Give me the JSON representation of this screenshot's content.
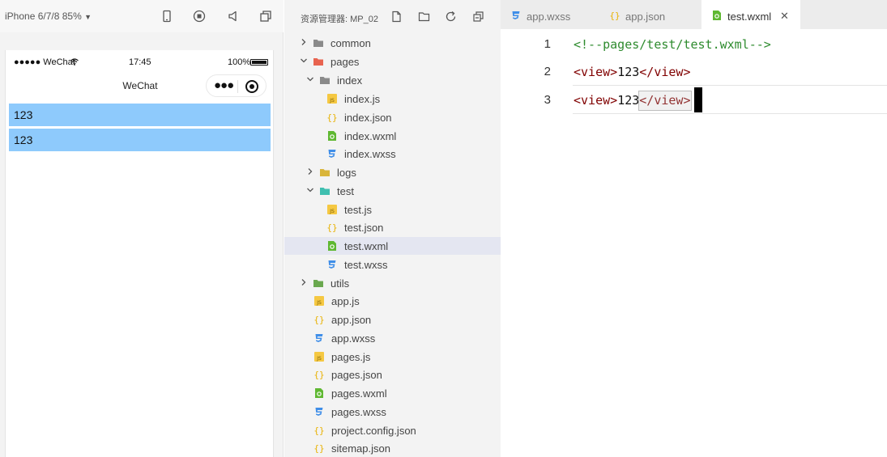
{
  "simulator": {
    "device_label": "iPhone 6/7/8 85%",
    "status_bar": {
      "carrier": "●●●●● WeChat",
      "time": "17:45",
      "battery": "100%"
    },
    "nav_title": "WeChat",
    "items": [
      "123",
      "123"
    ]
  },
  "explorer": {
    "title": "资源管理器: MP_02",
    "tree": [
      {
        "label": "common",
        "type": "folder",
        "depth": 0,
        "expanded": false,
        "icon": "folder-icon"
      },
      {
        "label": "pages",
        "type": "folder",
        "depth": 0,
        "expanded": true,
        "icon": "folder-red-icon"
      },
      {
        "label": "index",
        "type": "folder",
        "depth": 1,
        "expanded": true,
        "icon": "folder-icon"
      },
      {
        "label": "index.js",
        "type": "js",
        "depth": 2
      },
      {
        "label": "index.json",
        "type": "json",
        "depth": 2
      },
      {
        "label": "index.wxml",
        "type": "wxml",
        "depth": 2
      },
      {
        "label": "index.wxss",
        "type": "wxss",
        "depth": 2
      },
      {
        "label": "logs",
        "type": "folder",
        "depth": 1,
        "expanded": false,
        "icon": "folder-yellow-icon"
      },
      {
        "label": "test",
        "type": "folder",
        "depth": 1,
        "expanded": true,
        "icon": "folder-teal-icon"
      },
      {
        "label": "test.js",
        "type": "js",
        "depth": 2
      },
      {
        "label": "test.json",
        "type": "json",
        "depth": 2
      },
      {
        "label": "test.wxml",
        "type": "wxml",
        "depth": 2,
        "selected": true
      },
      {
        "label": "test.wxss",
        "type": "wxss",
        "depth": 2
      },
      {
        "label": "utils",
        "type": "folder",
        "depth": 0,
        "expanded": false,
        "icon": "folder-green-icon"
      },
      {
        "label": "app.js",
        "type": "js",
        "depth": 0,
        "file": true
      },
      {
        "label": "app.json",
        "type": "json",
        "depth": 0,
        "file": true
      },
      {
        "label": "app.wxss",
        "type": "wxss",
        "depth": 0,
        "file": true
      },
      {
        "label": "pages.js",
        "type": "js",
        "depth": 0,
        "file": true
      },
      {
        "label": "pages.json",
        "type": "json",
        "depth": 0,
        "file": true
      },
      {
        "label": "pages.wxml",
        "type": "wxml",
        "depth": 0,
        "file": true
      },
      {
        "label": "pages.wxss",
        "type": "wxss",
        "depth": 0,
        "file": true
      },
      {
        "label": "project.config.json",
        "type": "json",
        "depth": 0,
        "file": true
      },
      {
        "label": "sitemap.json",
        "type": "json",
        "depth": 0,
        "file": true
      }
    ]
  },
  "editor": {
    "tabs": [
      {
        "label": "app.wxss",
        "type": "wxss",
        "active": false
      },
      {
        "label": "app.json",
        "type": "json",
        "active": false
      },
      {
        "label": "test.wxml",
        "type": "wxml",
        "active": true
      }
    ],
    "close_glyph": "✕",
    "lines": [
      {
        "num": "1",
        "comment": "<!--pages/test/test.wxml-->"
      },
      {
        "num": "2",
        "open": "<view>",
        "text": "123",
        "close": "</view>"
      },
      {
        "num": "3",
        "open": "<view>",
        "text": "123",
        "close": "</view>"
      }
    ]
  },
  "colors": {
    "list_item_bg": "#8ecafc",
    "selected_row": "#e4e6f1",
    "comment": "#2e8b2e",
    "tag": "#800000",
    "js": "#f5c842",
    "json": "#e8b100",
    "wxml": "#5fb832",
    "wxss": "#3f8ee8"
  }
}
